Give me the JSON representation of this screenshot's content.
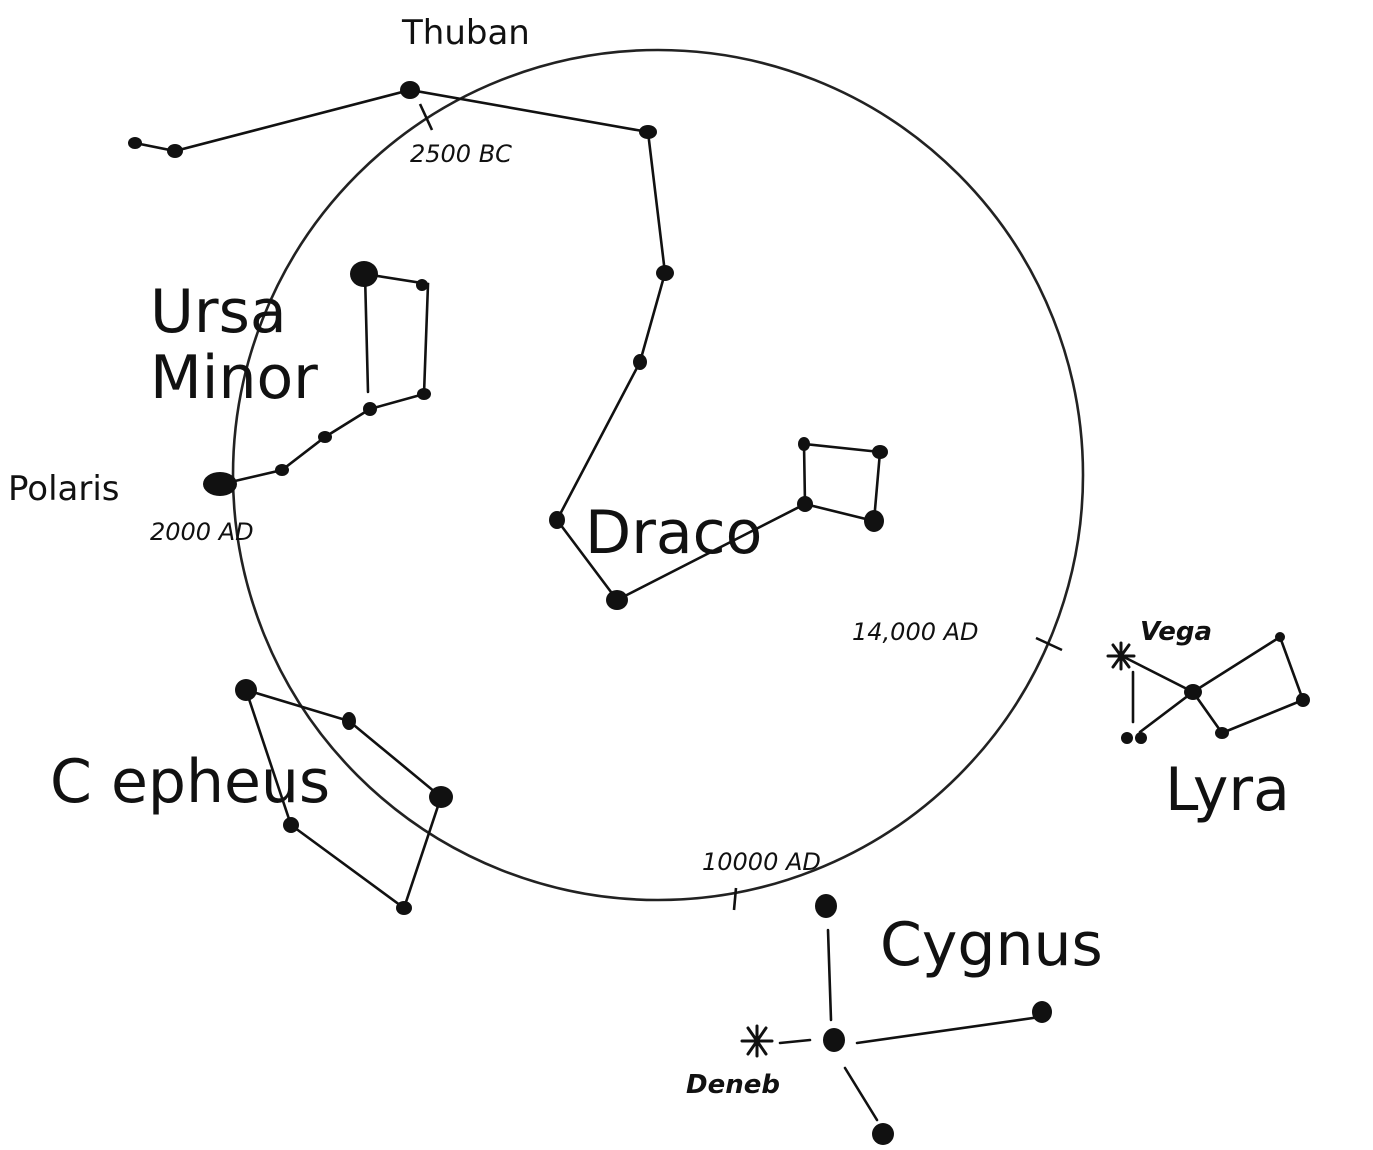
{
  "constellations": {
    "ursa_minor_line1": "Ursa",
    "ursa_minor_line2": "Minor",
    "draco": "Draco",
    "cepheus": "C epheus",
    "lyra": "Lyra",
    "cygnus": "Cygnus"
  },
  "stars": {
    "thuban": "Thuban",
    "polaris": "Polaris",
    "vega": "Vega",
    "deneb": "Deneb"
  },
  "pole_dates": {
    "thuban_date": "2500 BC",
    "polaris_date": "2000 AD",
    "vega_date": "14,000 AD",
    "deneb_date": "10000 AD"
  }
}
